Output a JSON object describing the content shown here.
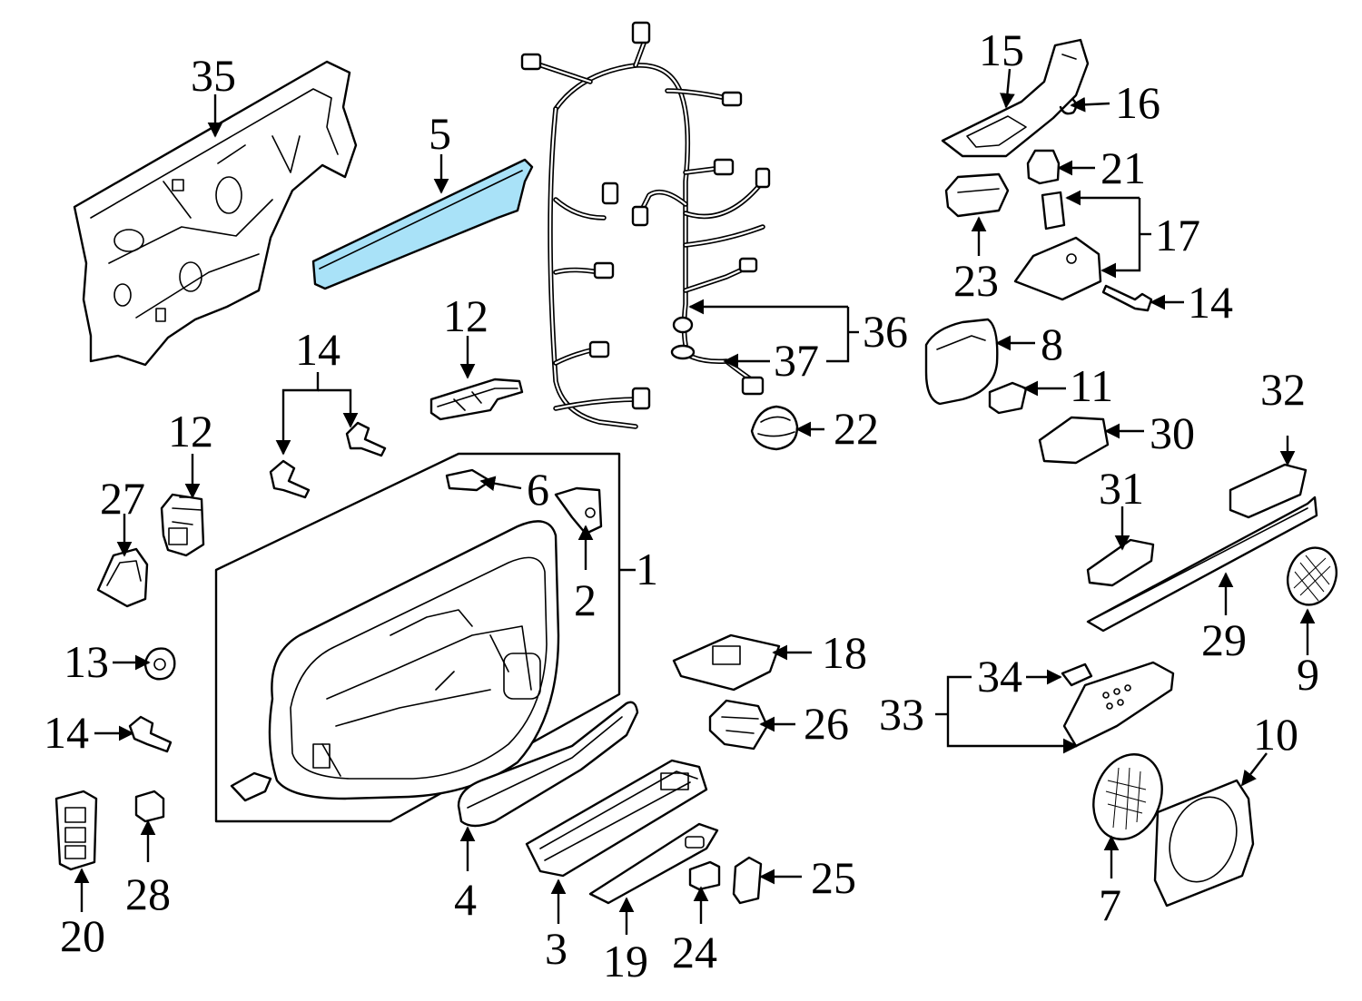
{
  "diagram": {
    "highlight_color": "#a9e2f8",
    "line_color": "#000000",
    "background": "#ffffff",
    "callouts": {
      "c1": "1",
      "c2": "2",
      "c3": "3",
      "c4": "4",
      "c5": "5",
      "c6": "6",
      "c7": "7",
      "c8": "8",
      "c9": "9",
      "c10": "10",
      "c11": "11",
      "c12a": "12",
      "c12b": "12",
      "c13": "13",
      "c14a": "14",
      "c14b": "14",
      "c14c": "14",
      "c15": "15",
      "c16": "16",
      "c17": "17",
      "c18": "18",
      "c19": "19",
      "c20": "20",
      "c21": "21",
      "c22": "22",
      "c23": "23",
      "c24": "24",
      "c25": "25",
      "c26": "26",
      "c27": "27",
      "c28": "28",
      "c29": "29",
      "c30": "30",
      "c31": "31",
      "c32": "32",
      "c33": "33",
      "c34": "34",
      "c35": "35",
      "c36": "36",
      "c37": "37"
    }
  }
}
